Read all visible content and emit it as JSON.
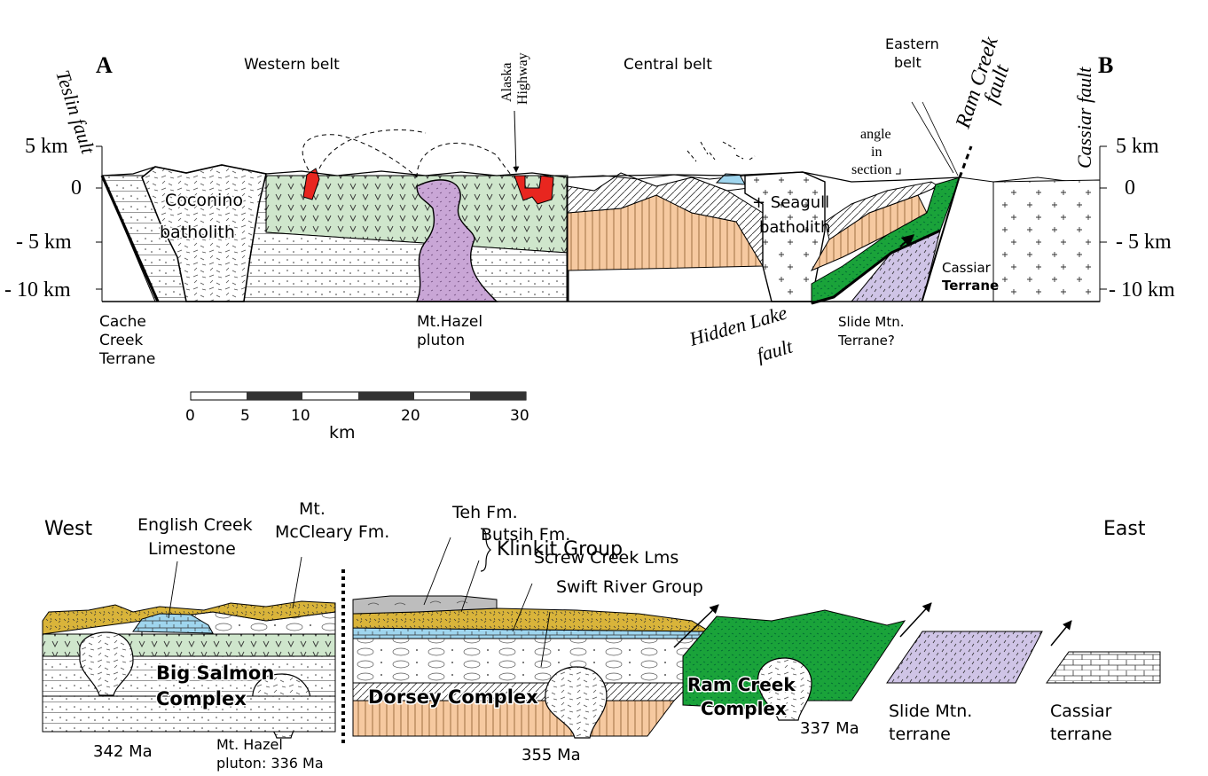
{
  "colors": {
    "green_volcanic": "#cfe6cc",
    "green_ram_creek": "#1aa33a",
    "tan_dorsey": "#f6c9a0",
    "purple_pluton": "#c9a6d6",
    "lavender_slide": "#cfc4e6",
    "yellow_tuff": "#d9b43a",
    "blue_limestone": "#9fd5ee",
    "red_intrusion": "#e8261f",
    "gray_teh": "#bdbdbd"
  },
  "section": {
    "end_left": "A",
    "end_right": "B",
    "belts": {
      "western": "Western belt",
      "central": "Central belt",
      "eastern": "Eastern belt"
    },
    "depth_left": [
      "5 km",
      "0",
      "- 5 km",
      "- 10 km"
    ],
    "depth_right": [
      "5 km",
      "0",
      "- 5 km",
      "- 10 km"
    ],
    "faults": {
      "teslin": "Teslin fault",
      "ram_creek": "Ram Creek fault",
      "cassiar": "Cassiar fault",
      "hidden_lake": "Hidden Lake fault"
    },
    "labels": {
      "coconino": "Coconino batholith",
      "seagull": "Seagull batholith",
      "cassiar_terrane": "Cassiar Terrane",
      "cache_creek": "Cache Creek Terrane",
      "mt_hazel": "Mt.Hazel pluton",
      "slide_mtn": "Slide Mtn. Terrane?",
      "alaska_highway": "Alaska Highway",
      "angle_in_section": "angle in section"
    }
  },
  "scale_bar": {
    "ticks": [
      "0",
      "5",
      "10",
      "20",
      "30"
    ],
    "unit": "km"
  },
  "strat": {
    "west": "West",
    "east": "East",
    "labels": {
      "english_creek": "English Creek Limestone",
      "mt_mccleary": "Mt. McCleary Fm.",
      "teh": "Teh Fm.",
      "butsih": "Butsih Fm.",
      "screw_creek": "Screw Creek Lms",
      "klinkit": "Klinkit Group",
      "swift_river": "Swift River Group",
      "big_salmon": "Big Salmon Complex",
      "dorsey": "Dorsey Complex",
      "ram_creek": "Ram Creek Complex",
      "slide_mtn": "Slide Mtn. terrane",
      "cassiar": "Cassiar terrane",
      "age_342": "342 Ma",
      "mt_hazel_age": "Mt. Hazel pluton: 336 Ma",
      "age_355": "355 Ma",
      "age_337": "337 Ma"
    }
  }
}
